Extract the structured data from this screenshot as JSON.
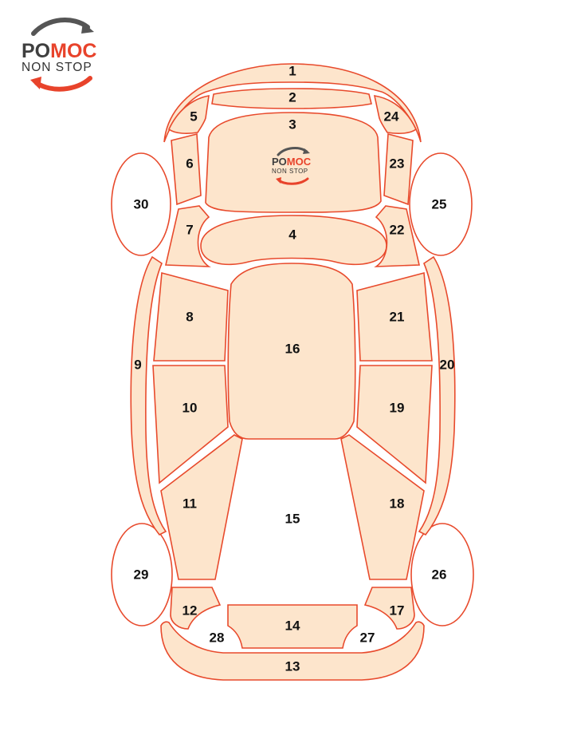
{
  "logo": {
    "word_part1": "PO",
    "word_part2": "MOC",
    "tagline": "NON STOP",
    "color_dark": "#3f3f3f",
    "color_accent": "#e8432b"
  },
  "diagram": {
    "panel_fill": "#fde5cc",
    "outline_color": "#e84a2c",
    "labels": {
      "p1": "1",
      "p2": "2",
      "p3": "3",
      "p4": "4",
      "p5": "5",
      "p6": "6",
      "p7": "7",
      "p8": "8",
      "p9": "9",
      "p10": "10",
      "p11": "11",
      "p12": "12",
      "p13": "13",
      "p14": "14",
      "p15": "15",
      "p16": "16",
      "p17": "17",
      "p18": "18",
      "p19": "19",
      "p20": "20",
      "p21": "21",
      "p22": "22",
      "p23": "23",
      "p24": "24",
      "p25": "25",
      "p26": "26",
      "p27": "27",
      "p28": "28",
      "p29": "29",
      "p30": "30"
    }
  }
}
